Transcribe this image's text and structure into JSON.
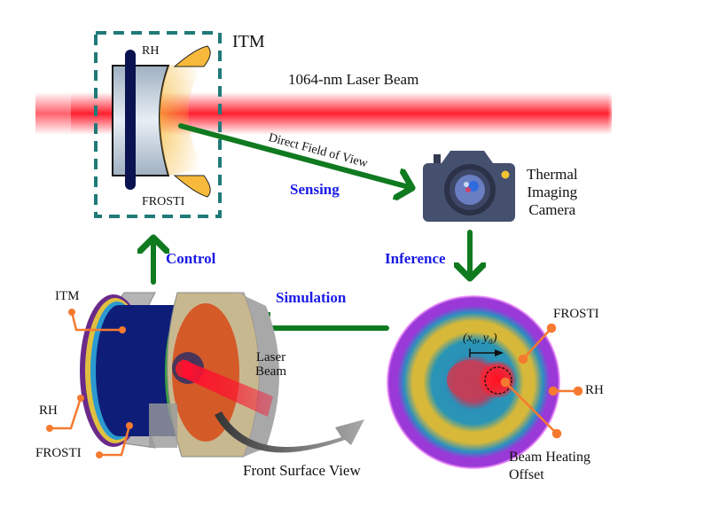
{
  "diagram": {
    "top_left": {
      "title": "ITM",
      "rh_label": "RH",
      "frosti_label": "FROSTI"
    },
    "laser_beam_label": "1064-nm Laser Beam",
    "direct_fov_label": "Direct Field of View",
    "camera_label_lines": [
      "Thermal",
      "Imaging",
      "Camera"
    ],
    "process_labels": {
      "sensing": "Sensing",
      "inference": "Inference",
      "simulation": "Simulation",
      "control": "Control"
    },
    "simulation_model": {
      "itm_label": "ITM",
      "rh_label": "RH",
      "frosti_label": "FROSTI",
      "laser_label_lines": [
        "Laser",
        "Beam"
      ]
    },
    "front_surface_view_label": "Front Surface View",
    "thermal_map": {
      "frosti_label": "FROSTI",
      "rh_label": "RH",
      "offset_label": "(x₀, y₀)",
      "beam_heating_lines": [
        "Beam Heating",
        "Offset"
      ]
    },
    "colors": {
      "arrow_green": "#0f7a1f",
      "process_blue": "#1a1ae6",
      "dashed_box": "#1f7a78",
      "laser_red": "#ff2030",
      "callout_orange": "#f57a30",
      "rh_navy": "#0a1250",
      "frosti_gold": "#f6b93b",
      "camera_body": "#454f6e"
    }
  }
}
